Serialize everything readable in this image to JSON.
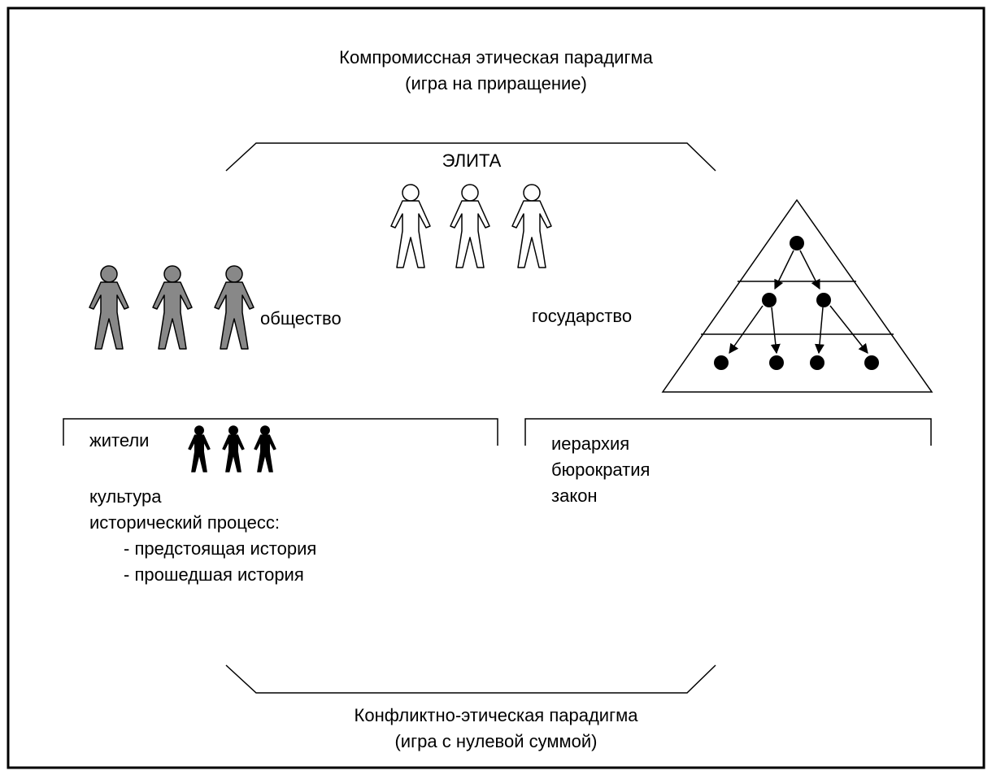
{
  "top_caption": {
    "line1": "Компромиссная этическая парадигма",
    "line2": "(игра на приращение)"
  },
  "elite": {
    "label": "ЭЛИТА",
    "figure_color": "#ffffff"
  },
  "society": {
    "label": "общество",
    "figure_color": "#888888"
  },
  "state": {
    "label": "государство",
    "pyramid": {
      "levels": 3,
      "nodes_per_level": [
        1,
        2,
        4
      ]
    }
  },
  "left_box": {
    "residents_label": "жители",
    "residents_figure_color": "#000000",
    "lines": [
      "культура",
      "исторический процесс:",
      "- предстоящая история",
      "- прошедшая история"
    ]
  },
  "right_box": {
    "lines": [
      "иерархия",
      "бюрократия",
      "закон"
    ]
  },
  "bottom_caption": {
    "line1": "Конфликтно-этическая парадигма",
    "line2": "(игра с нулевой суммой)"
  }
}
